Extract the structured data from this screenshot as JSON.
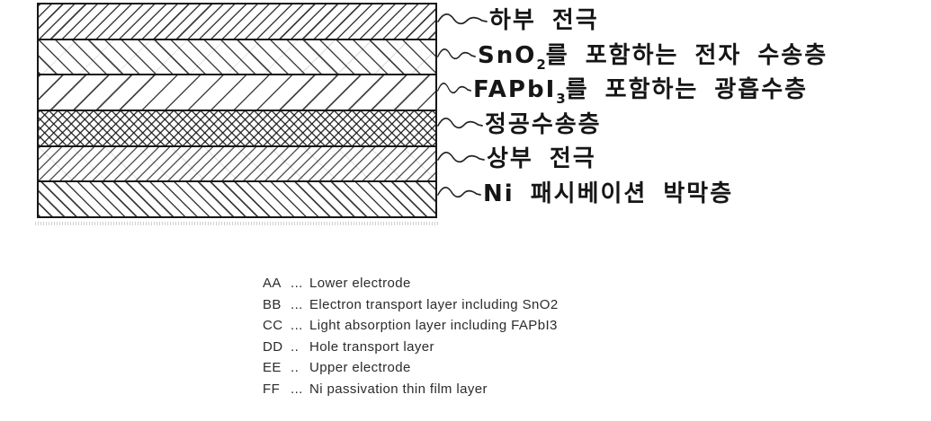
{
  "figure": {
    "type": "patent-layer-stack-diagram",
    "colors": {
      "ink": "#1a1a1a",
      "paper": "#ffffff"
    },
    "layers": [
      {
        "code": "AA",
        "key": "lower-electrode",
        "hatch": "diagonal-forward-medium",
        "label_parts": [
          {
            "t": "하부 전극"
          }
        ]
      },
      {
        "code": "BB",
        "key": "electron-transport-layer",
        "hatch": "diagonal-back-medium",
        "label_parts": [
          {
            "t": "SnO"
          },
          {
            "t": "2",
            "sub": true
          },
          {
            "t": "를 포함하는 전자 수송층"
          }
        ]
      },
      {
        "code": "CC",
        "key": "light-absorption-layer",
        "hatch": "diagonal-forward-sparse",
        "label_parts": [
          {
            "t": "FAPbI"
          },
          {
            "t": "3",
            "sub": true
          },
          {
            "t": "를 포함하는 광흡수층"
          }
        ]
      },
      {
        "code": "DD",
        "key": "hole-transport-layer",
        "hatch": "cross-hatch",
        "label_parts": [
          {
            "t": "정공수송층"
          }
        ]
      },
      {
        "code": "EE",
        "key": "upper-electrode",
        "hatch": "diagonal-forward-dense",
        "label_parts": [
          {
            "t": "상부 전극"
          }
        ]
      },
      {
        "code": "FF",
        "key": "ni-passivation-layer",
        "hatch": "diagonal-back-dense",
        "label_parts": [
          {
            "t": "Ni 패시베이션 박막층"
          }
        ]
      }
    ],
    "legend": [
      {
        "code": "AA",
        "dots": "...",
        "text": "Lower electrode"
      },
      {
        "code": "BB",
        "dots": "...",
        "text": "Electron transport layer including SnO2"
      },
      {
        "code": "CC",
        "dots": "...",
        "text": "Light absorption layer including FAPbI3"
      },
      {
        "code": "DD",
        "dots": "..",
        "text": "Hole transport layer"
      },
      {
        "code": "EE",
        "dots": "..",
        "text": "Upper electrode"
      },
      {
        "code": "FF",
        "dots": "...",
        "text": "Ni passivation thin film layer"
      }
    ]
  }
}
